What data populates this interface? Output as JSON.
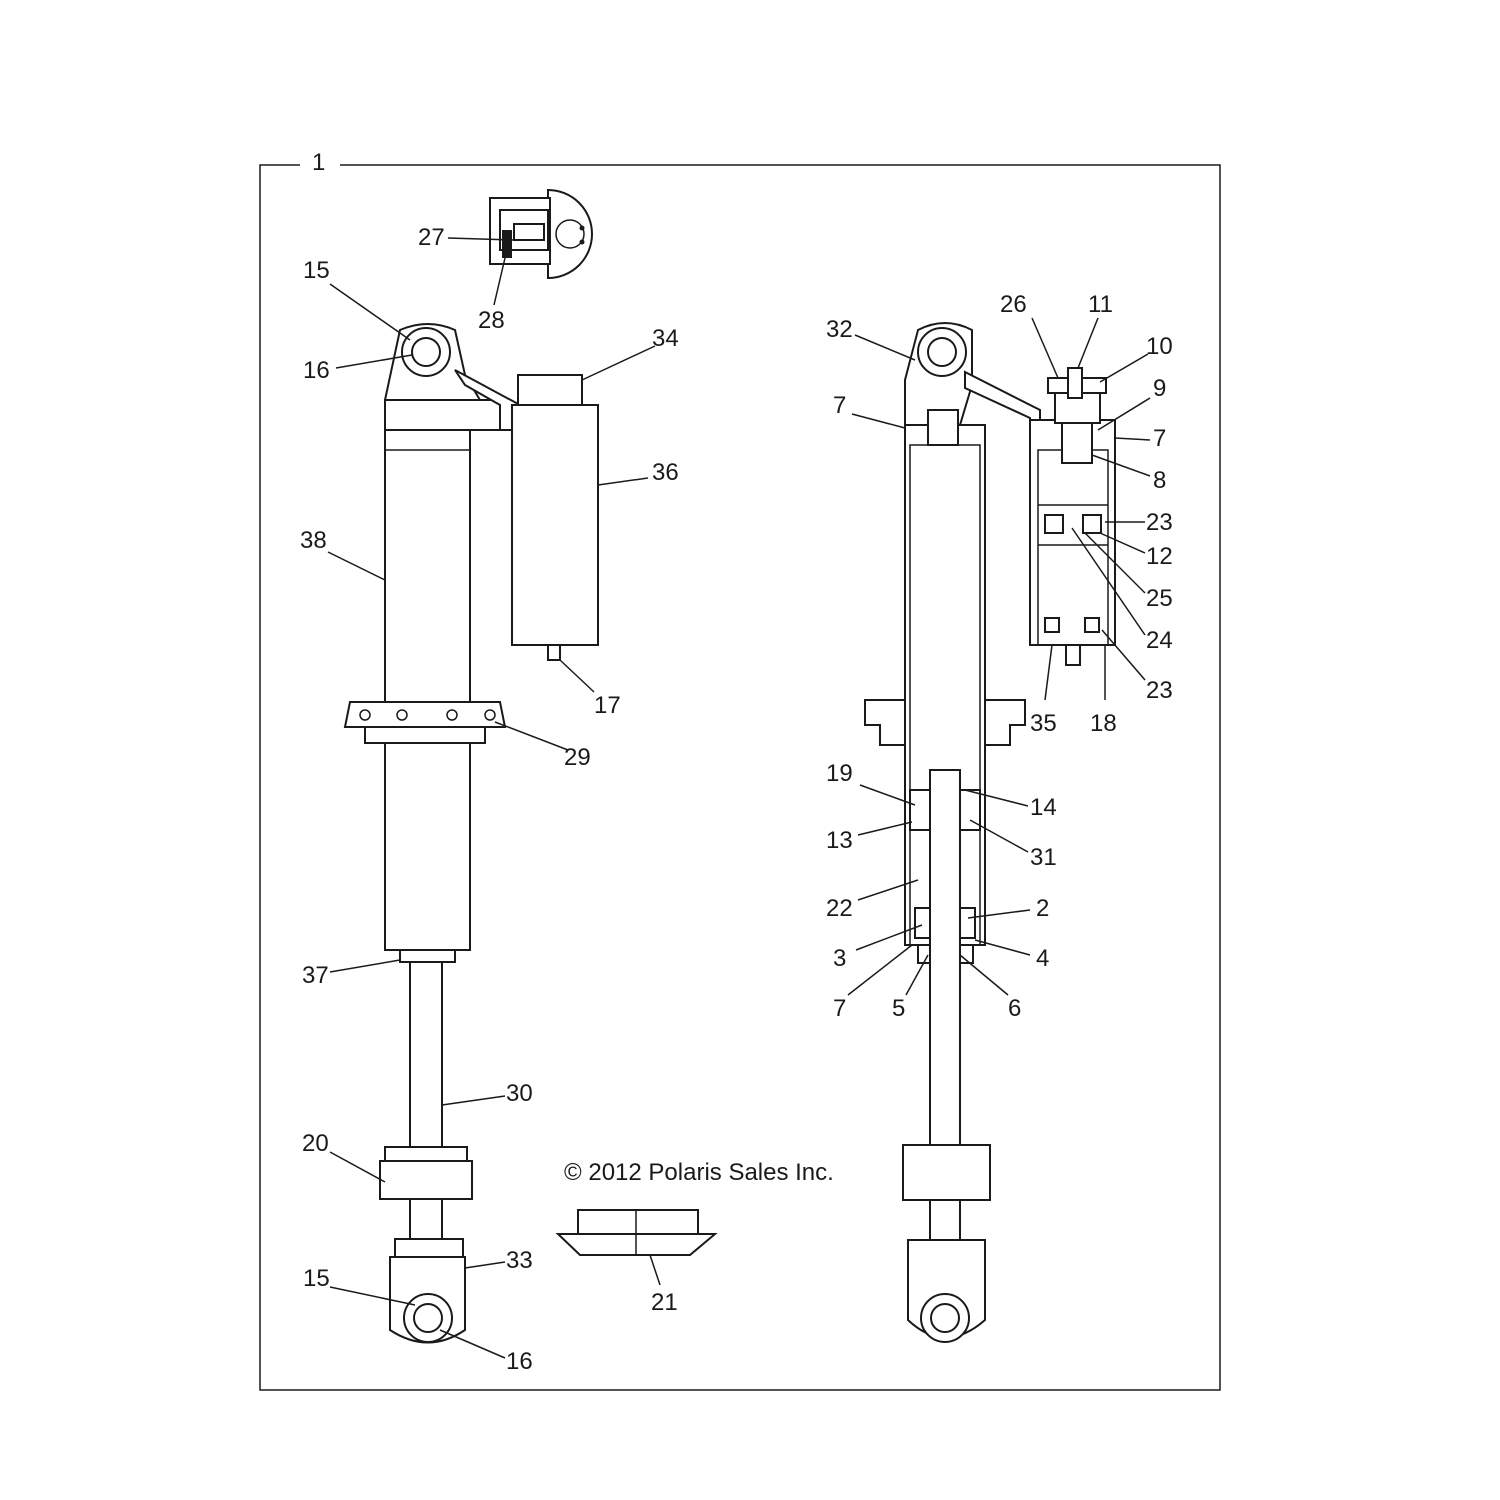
{
  "frame_label": "1",
  "copyright": "© 2012 Polaris Sales Inc.",
  "callouts": {
    "c27": "27",
    "c28": "28",
    "c15a": "15",
    "c16a": "16",
    "c34": "34",
    "c36": "36",
    "c38": "38",
    "c17": "17",
    "c29": "29",
    "c37": "37",
    "c30": "30",
    "c20": "20",
    "c33": "33",
    "c15b": "15",
    "c16b": "16",
    "c21": "21",
    "c32": "32",
    "c26": "26",
    "c11": "11",
    "c10": "10",
    "c9": "9",
    "c7a": "7",
    "c7b": "7",
    "c8": "8",
    "c23a": "23",
    "c12": "12",
    "c25": "25",
    "c24": "24",
    "c23b": "23",
    "c35": "35",
    "c18": "18",
    "c19": "19",
    "c14": "14",
    "c13": "13",
    "c31": "31",
    "c22": "22",
    "c2": "2",
    "c3": "3",
    "c4": "4",
    "c7c": "7",
    "c5": "5",
    "c6": "6"
  }
}
